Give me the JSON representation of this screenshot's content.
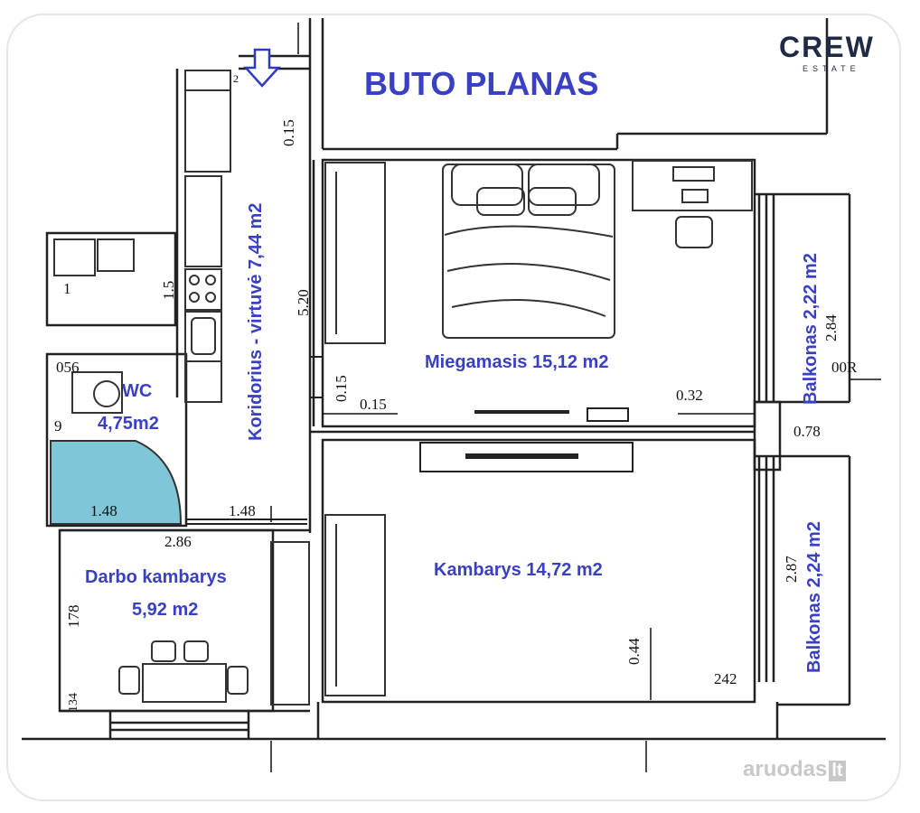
{
  "title": "BUTO PLANAS",
  "brand": {
    "name": "CREW",
    "tagline": "ESTATE"
  },
  "watermark": {
    "text": "aruodas",
    "suffix": "lt"
  },
  "rooms": {
    "corridor": "Koridorius - virtuvė 7,44 m2",
    "bedroom": "Miegamasis 15,12 m2",
    "wc_name": "WC",
    "wc_area": "4,75m2",
    "office_name": "Darbo kambarys",
    "office_area": "5,92 m2",
    "room": "Kambarys 14,72 m2",
    "balcony_top": "Balkonas 2,22 m2",
    "balcony_bottom": "Balkonas 2,24 m2"
  },
  "dimensions": {
    "d015_top": "0.15",
    "d520": "5.20",
    "d015_vert": "0.15",
    "d015_horiz": "0.15",
    "d032": "0.32",
    "d284": "2.84",
    "d078": "0.78",
    "d00r": "00R",
    "d287": "2.87",
    "d044": "0.44",
    "d242": "242",
    "d148_door": "1.48",
    "d148_bath": "1.48",
    "d286": "2.86",
    "d178": "178",
    "d15": "1.5",
    "d056": "056",
    "d9": "9",
    "d13": "134",
    "d2": "2",
    "d1": "1"
  },
  "colors": {
    "label": "#3a40c4",
    "wall": "#222222",
    "bath": "#7fc6d8"
  }
}
